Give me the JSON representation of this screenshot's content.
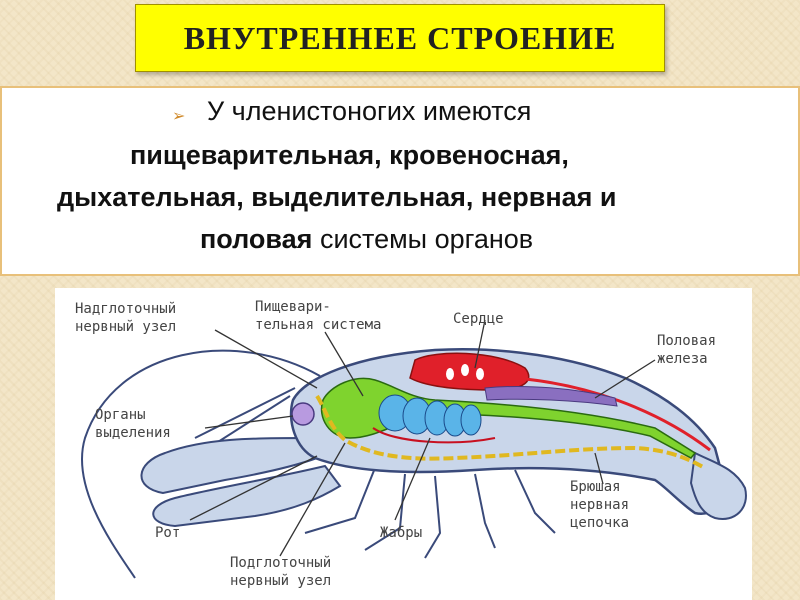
{
  "title": "ВНУТРЕННЕЕ СТРОЕНИЕ",
  "text": {
    "line1": "У членистоногих имеются",
    "line2": "пищеварительная, кровеносная,",
    "line3": "дыхательная, выделительная, нервная и",
    "line4_bold": "половая",
    "line4_rest": " системы органов"
  },
  "labels": {
    "nadgl_1": "Надглоточный",
    "nadgl_2": "нервный узел",
    "pish_1": "Пищевари-",
    "pish_2": "тельная система",
    "serdce": "Сердце",
    "polovaya_1": "Половая",
    "polovaya_2": "железа",
    "organy_1": "Органы",
    "organy_2": "выделения",
    "bryush_1": "Брюшая",
    "bryush_2": "нервная",
    "bryush_3": "цепочка",
    "rot": "Рот",
    "zhabry": "Жабры",
    "podgl_1": "Подглоточный",
    "podgl_2": "нервный узел"
  },
  "colors": {
    "title_bg": "#ffff00",
    "body_fill": "#c9d6ea",
    "body_stroke": "#3a4a7a",
    "digestive": "#7fd32e",
    "heart": "#e0202a",
    "gonad": "#8a6fc0",
    "nerve": "#e0b820",
    "gills": "#5ab4e8",
    "excretory": "#b89ae0"
  }
}
